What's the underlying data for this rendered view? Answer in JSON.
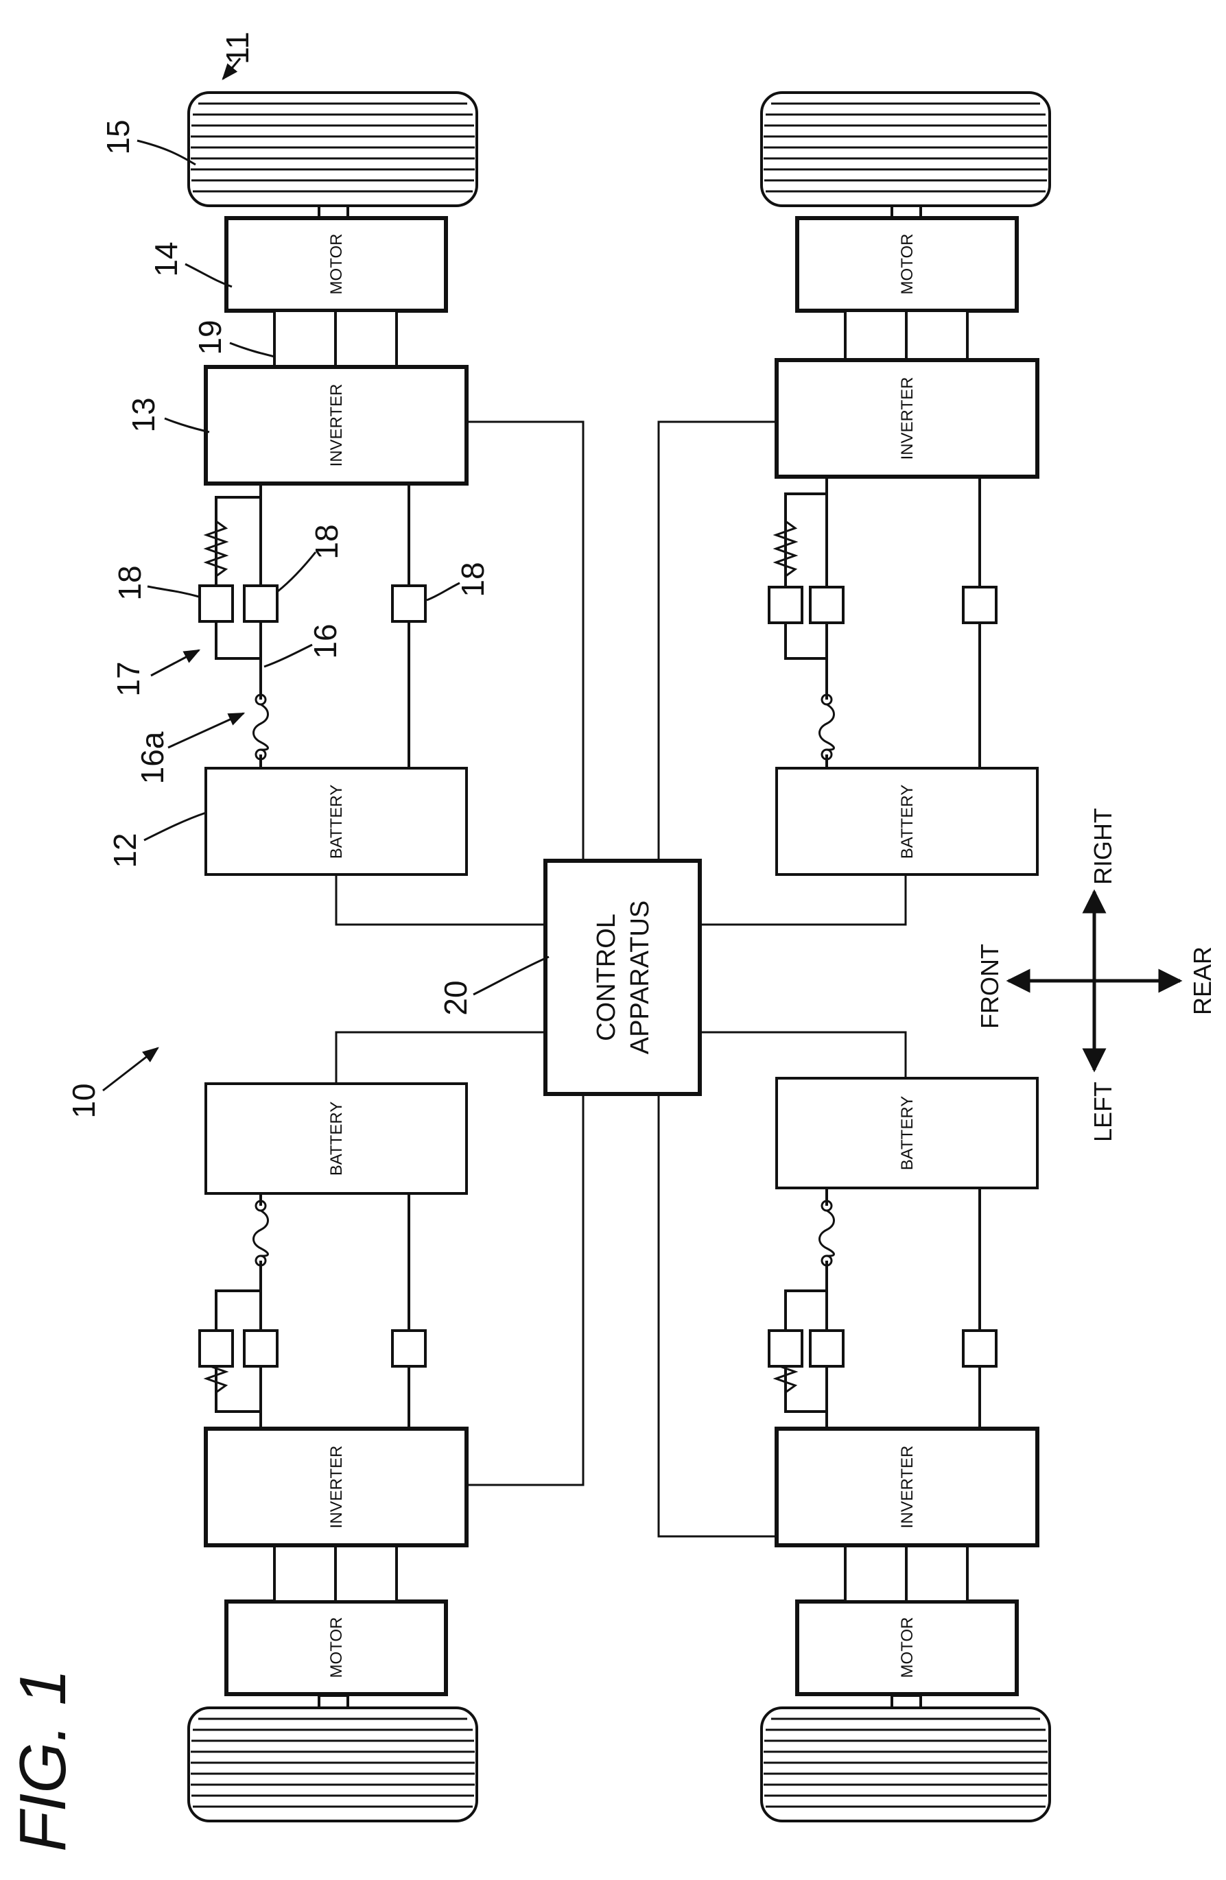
{
  "figure": {
    "caption": "FIG. 1",
    "refs": {
      "vehicle": "10",
      "wheel_unit": "11",
      "battery": "12",
      "inverter": "13",
      "motor": "14",
      "tire": "15",
      "line": "16",
      "fuse": "16a",
      "precharge": "17",
      "relay": "18",
      "cable": "19",
      "control": "20"
    },
    "labels": {
      "motor": "MOTOR",
      "inverter": "INVERTER",
      "battery": "BATTERY",
      "control_line1": "CONTROL",
      "control_line2": "APPARATUS"
    },
    "directions": {
      "front": "FRONT",
      "rear": "REAR",
      "left": "LEFT",
      "right": "RIGHT"
    },
    "colors": {
      "ink": "#111111",
      "paper": "#ffffff"
    }
  }
}
